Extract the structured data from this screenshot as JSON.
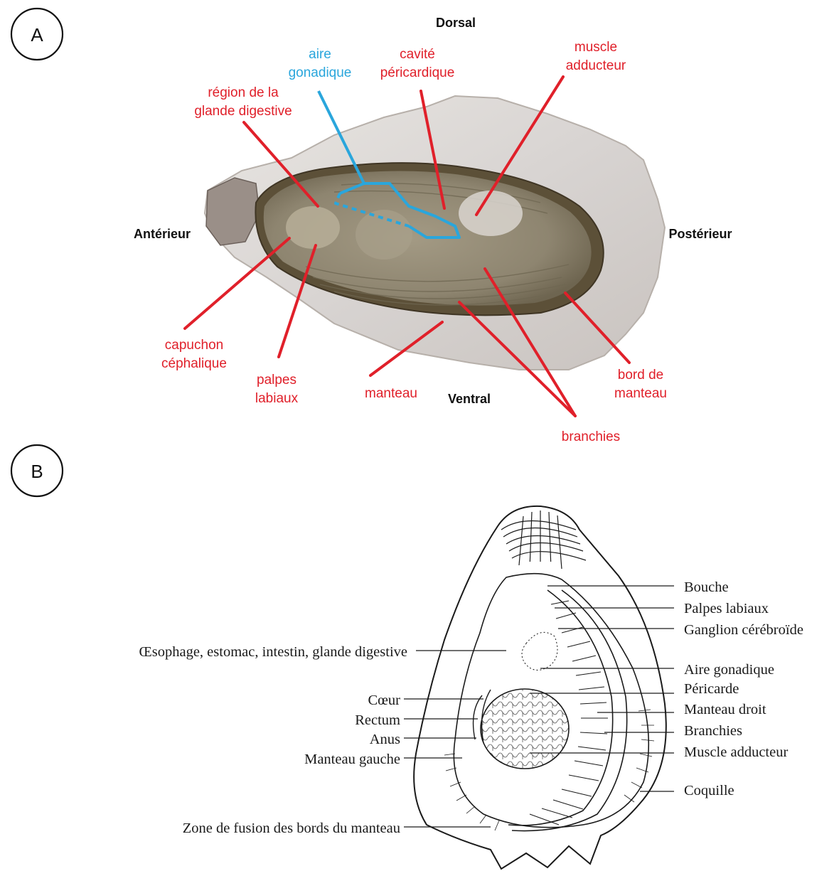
{
  "panel_a": {
    "letter": "A",
    "orientation": {
      "dorsal": "Dorsal",
      "anterior": "Antérieur",
      "posterior": "Postérieur",
      "ventral": "Ventral"
    },
    "labels": {
      "gonad_area": [
        "aire",
        "gonadique"
      ],
      "pericardial_cavity": [
        "cavité",
        "péricardique"
      ],
      "adductor_muscle": [
        "muscle",
        "adducteur"
      ],
      "digestive_gland_region": [
        "région de la",
        "glande digestive"
      ],
      "cephalic_hood": [
        "capuchon",
        "céphalique"
      ],
      "labial_palps": [
        "palpes",
        "labiaux"
      ],
      "mantle": "manteau",
      "mantle_edge": [
        "bord de",
        "manteau"
      ],
      "gills": "branchies"
    },
    "colors": {
      "label_red": "#e0202a",
      "label_blue": "#2aa6dc"
    }
  },
  "panel_b": {
    "letter": "B",
    "left_labels": {
      "digestive": "Œsophage, estomac, intestin, glande digestive",
      "heart": "Cœur",
      "rectum": "Rectum",
      "anus": "Anus",
      "left_mantle": "Manteau gauche",
      "fusion_zone": "Zone de fusion des bords du manteau"
    },
    "right_labels": {
      "mouth": "Bouche",
      "labial_palps": "Palpes labiaux",
      "cerebroid_ganglion": "Ganglion cérébroïde",
      "gonad_area": "Aire gonadique",
      "pericardium": "Péricarde",
      "right_mantle": "Manteau droit",
      "gills": "Branchies",
      "adductor_muscle": "Muscle adducteur",
      "shell": "Coquille"
    }
  }
}
